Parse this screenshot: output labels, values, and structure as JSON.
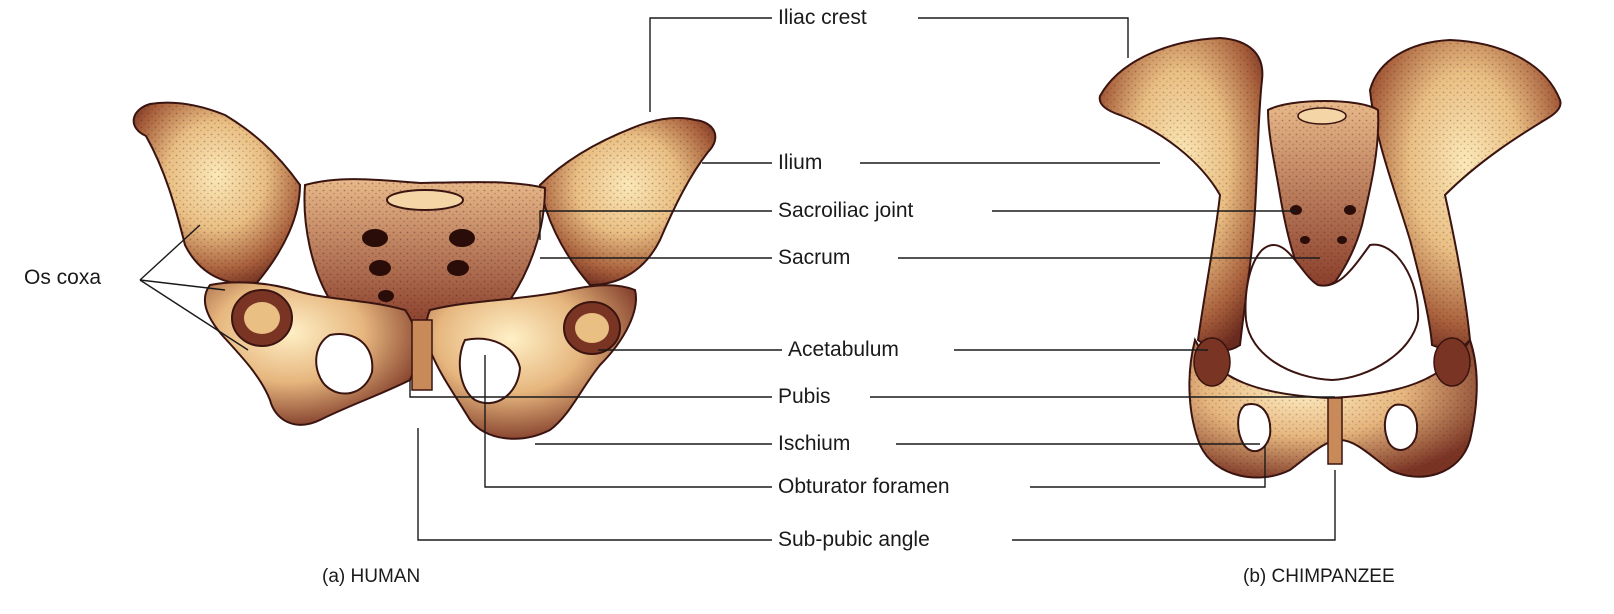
{
  "labels": {
    "iliac_crest": "Iliac crest",
    "ilium": "Ilium",
    "sacroiliac_joint": "Sacroiliac joint",
    "sacrum": "Sacrum",
    "acetabulum": "Acetabulum",
    "pubis": "Pubis",
    "ischium": "Ischium",
    "obturator_foramen": "Obturator foramen",
    "sub_pubic_angle": "Sub-pubic angle",
    "os_coxa": "Os coxa"
  },
  "captions": {
    "human": "(a) HUMAN",
    "chimpanzee": "(b) CHIMPANZEE"
  },
  "colors": {
    "bone_light": "#f6dea6",
    "bone_mid": "#c98a5a",
    "bone_dark": "#6a2a1e",
    "outline": "#3a1410",
    "leader_line": "#1a1a1a"
  }
}
